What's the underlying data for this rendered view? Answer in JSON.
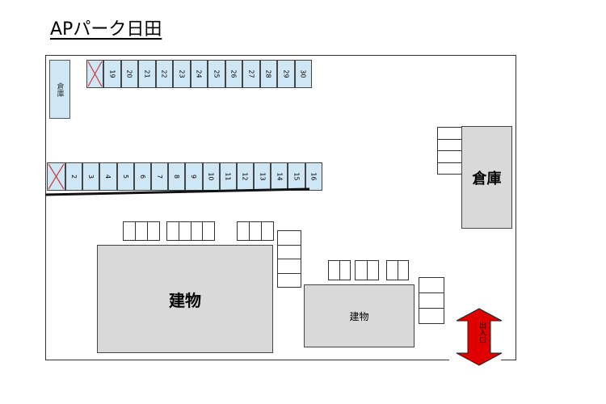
{
  "title": "APパーク日田",
  "small_storage_label": "倉庫",
  "warehouse_label": "倉庫",
  "building_large_label": "建物",
  "building_small_label": "建物",
  "entrance_label": "出入口",
  "top_row_spots": [
    "19",
    "20",
    "21",
    "22",
    "23",
    "24",
    "25",
    "26",
    "27",
    "28",
    "29",
    "30"
  ],
  "bottom_row_spots": [
    "2",
    "3",
    "4",
    "5",
    "6",
    "7",
    "8",
    "9",
    "10",
    "11",
    "12",
    "13",
    "14",
    "15",
    "16"
  ],
  "colors": {
    "spot_fill": "#cfe7f5",
    "building_fill": "#d9d9d9",
    "entrance_arrow": "#e00000",
    "unavailable_mark": "#d23a3a"
  }
}
